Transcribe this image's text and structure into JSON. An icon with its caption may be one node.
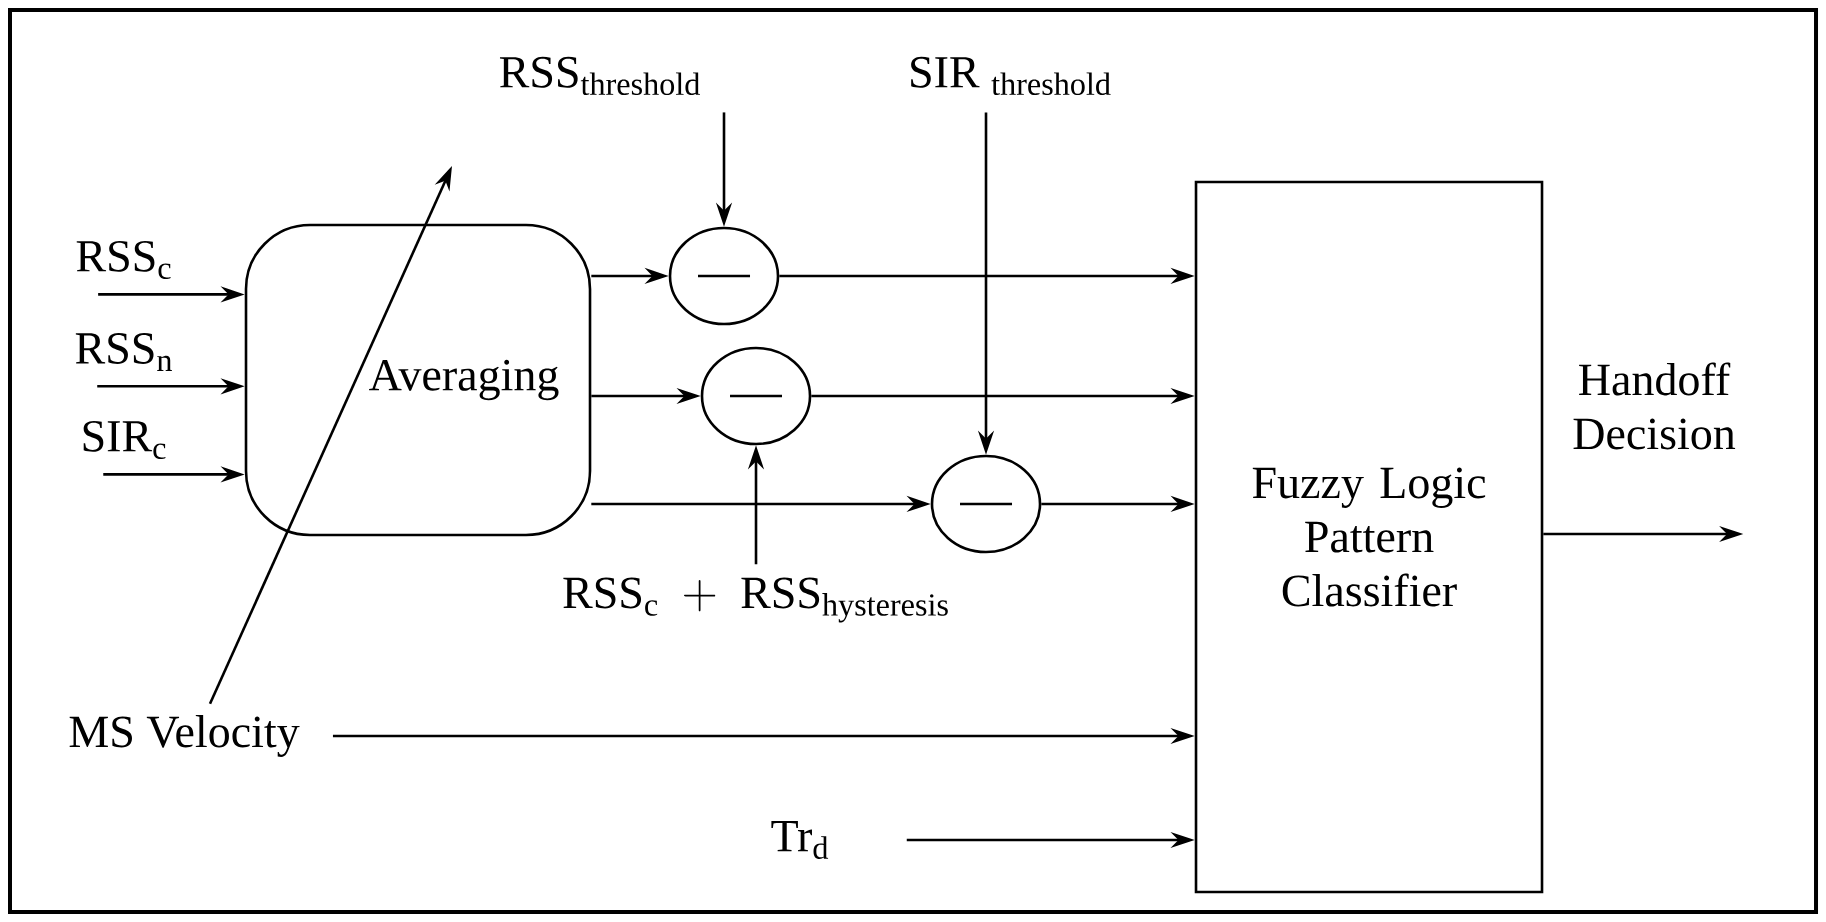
{
  "diagram": {
    "nodes": [
      {
        "text": [
          "RSS$_{c}$"
        ]
      },
      {
        "text": [
          "RSS$_{n}$"
        ]
      },
      {
        "text": [
          "SIR$_{c}$"
        ]
      },
      {
        "text": [
          "Averaging"
        ]
      },
      {
        "text": [
          "\\mathrm{RSS}_{\\mathrm{threshold}}"
        ]
      },
      {
        "text": [
          "\\mathrm{SIR}\\ _{\\mathrm{threshold}}"
        ]
      },
      {
        "text": [],
        "shape": "circle"
      },
      {
        "text": [],
        "shape": "circle"
      },
      {
        "text": [],
        "shape": "circle"
      },
      {
        "text": [
          "\\mathrm{RSS}_{\\mathrm{c}}\\ +\\ \\mathrm{RSS}_{\\mathrm{hysteresis}}"
        ]
      },
      {
        "text": [
          "MS Velocity"
        ]
      },
      {
        "text": [
          "Tr$_{d}$"
        ]
      },
      {
        "text": [
          "Fuzzy Logic Pattern Classifier"
        ],
        "beside": [
          "Handoff Decision"
        ]
      }
    ],
    "edges": [
      {
        "from": 0,
        "to": 3,
        "arrow": "to"
      },
      {
        "from": 1,
        "to": 3,
        "arrow": "to"
      },
      {
        "from": 2,
        "to": 3,
        "arrow": "to"
      },
      {
        "from": 3,
        "to": 6,
        "arrow": "to"
      },
      {
        "from": 3,
        "to": 7,
        "arrow": "to"
      },
      {
        "from": 3,
        "to": 8,
        "arrow": "to"
      },
      {
        "from": 4,
        "to": 6,
        "arrow": "to"
      },
      {
        "from": 9,
        "to": 7,
        "arrow": "to"
      },
      {
        "from": 5,
        "to": 8,
        "arrow": "to"
      },
      {
        "from": 6,
        "to": 12,
        "arrow": "to"
      },
      {
        "from": 7,
        "to": 12,
        "arrow": "to"
      },
      {
        "from": 8,
        "to": 12,
        "arrow": "to"
      },
      {
        "from": 10,
        "to": null,
        "arrow": "to"
      },
      {
        "from": 10,
        "to": 12,
        "arrow": "to"
      },
      {
        "from": 11,
        "to": 12,
        "arrow": "to"
      },
      {
        "from": 12,
        "to": null,
        "arrow": "to"
      }
    ]
  }
}
